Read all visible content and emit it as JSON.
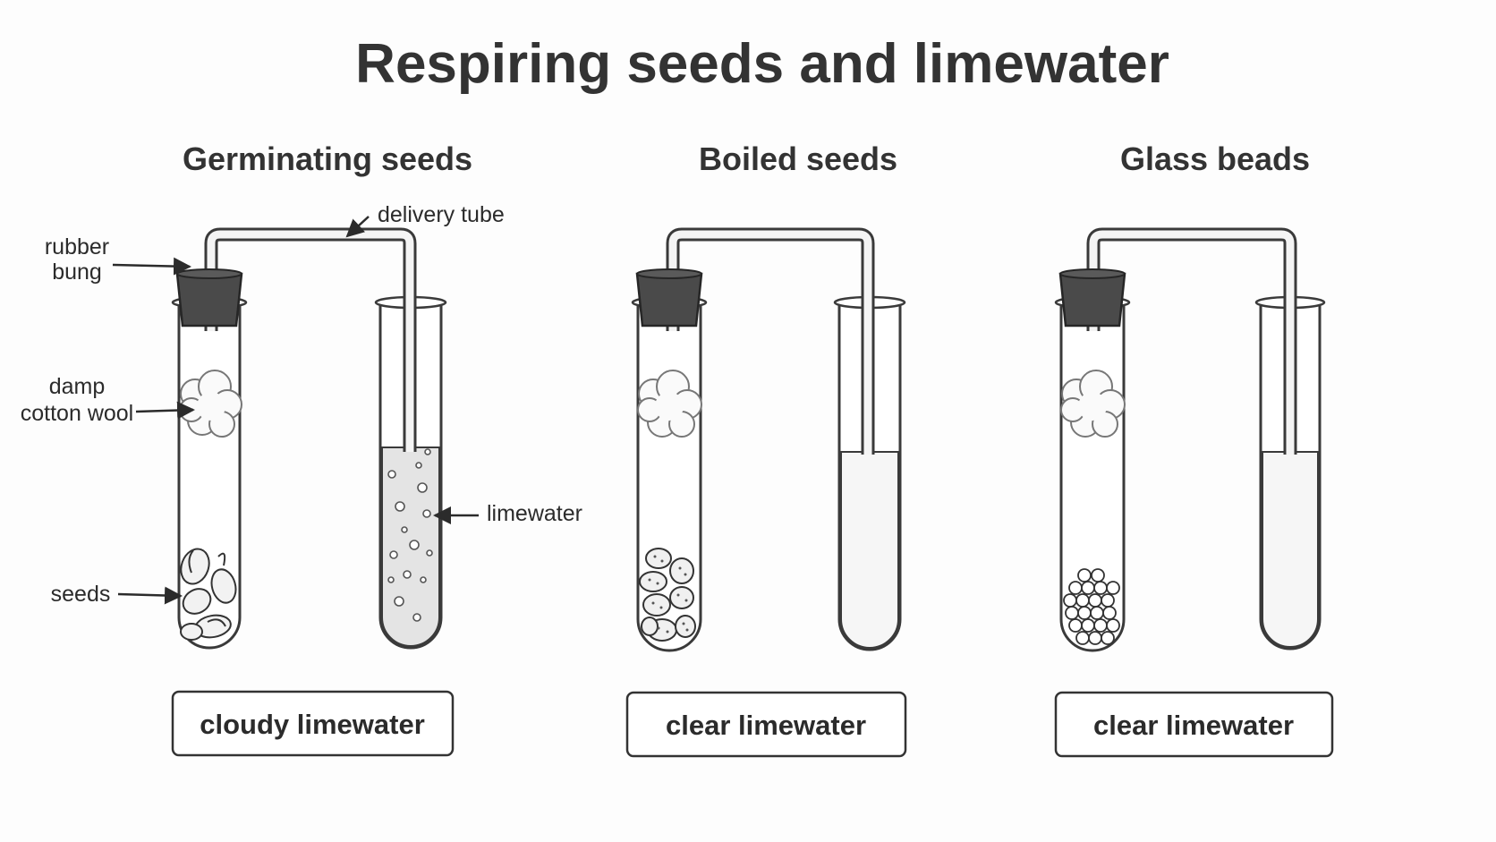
{
  "title": "Respiring seeds and limewater",
  "setups": [
    {
      "heading": "Germinating seeds",
      "result": "cloudy limewater",
      "contents": "germinating-seeds",
      "limewater_state": "cloudy"
    },
    {
      "heading": "Boiled seeds",
      "result": "clear limewater",
      "contents": "boiled-seeds",
      "limewater_state": "clear"
    },
    {
      "heading": "Glass beads",
      "result": "clear limewater",
      "contents": "glass-beads",
      "limewater_state": "clear"
    }
  ],
  "labels": {
    "rubber_bung_line1": "rubber",
    "rubber_bung_line2": "bung",
    "delivery_tube": "delivery tube",
    "cotton_line1": "damp",
    "cotton_line2": "cotton wool",
    "limewater": "limewater",
    "seeds": "seeds"
  },
  "colors": {
    "bung": "#4a4a4a",
    "outline": "#3a3a3a",
    "cloudy_limewater": "#e4e4e4"
  }
}
